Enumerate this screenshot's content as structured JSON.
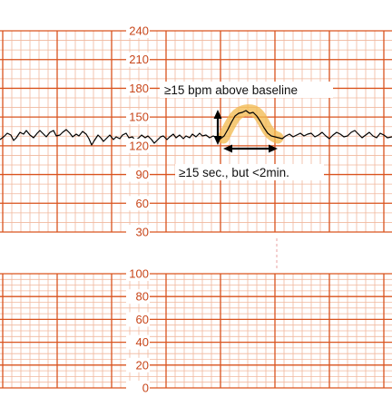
{
  "fhr_panel": {
    "ticks": [
      "240",
      "210",
      "180",
      "150",
      "120",
      "90",
      "60",
      "30"
    ],
    "tick_values": [
      240,
      210,
      180,
      150,
      120,
      90,
      60,
      30
    ],
    "range": [
      30,
      240
    ]
  },
  "toco_panel": {
    "ticks": [
      "100",
      "80",
      "60",
      "40",
      "20",
      "0"
    ],
    "tick_values": [
      100,
      80,
      60,
      40,
      20,
      0
    ],
    "range": [
      0,
      100
    ]
  },
  "annotations": {
    "height_label": "≥15 bpm above baseline",
    "duration_label": "≥15 sec., but <2min."
  },
  "colors": {
    "grid_major": "#d9531e",
    "grid_minor": "#f0b89e",
    "trace": "#000000",
    "highlight": "#f2b84b",
    "dashed_marker": "#e8a0a0"
  }
}
